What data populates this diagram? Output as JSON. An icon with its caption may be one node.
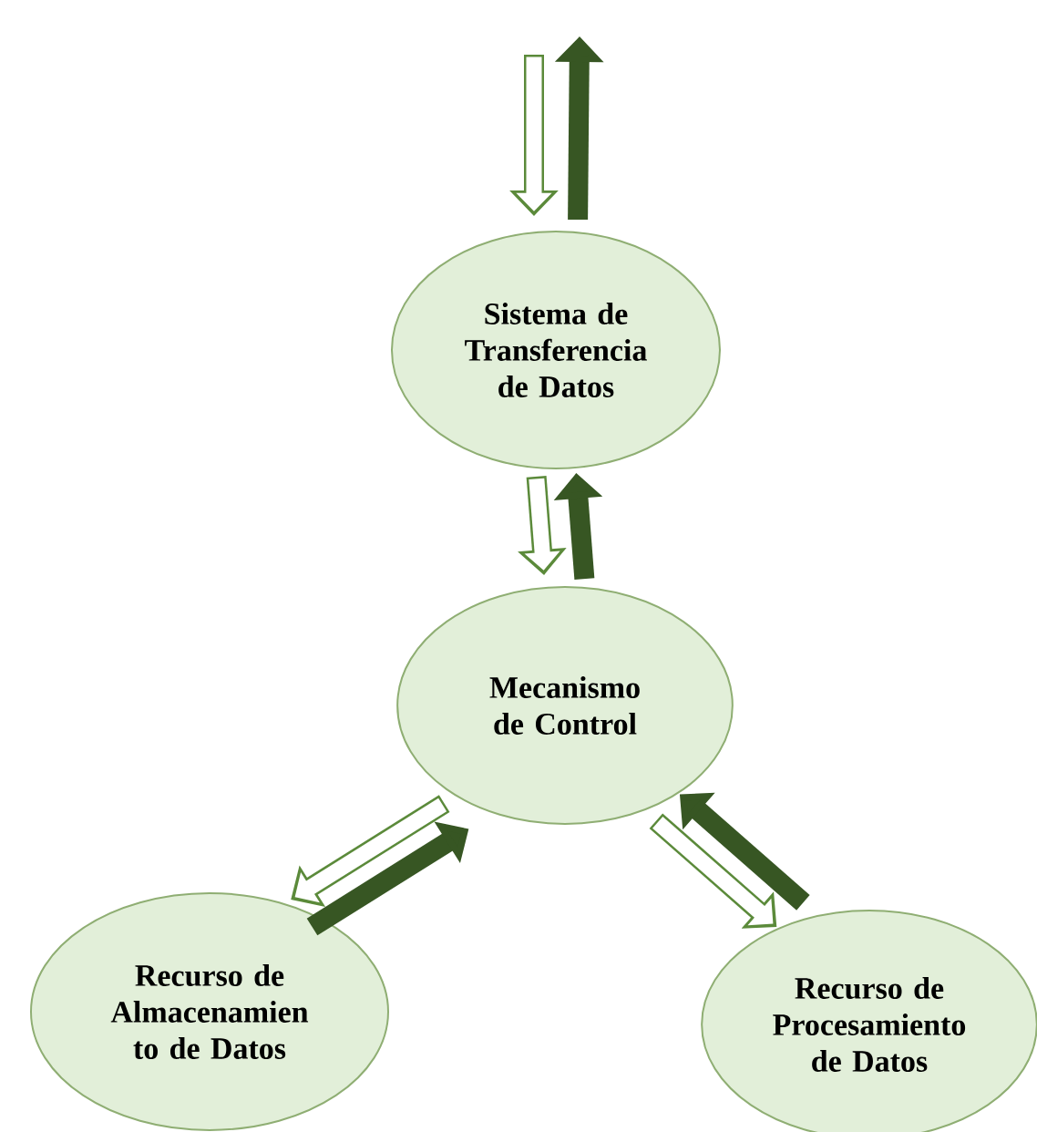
{
  "diagram": {
    "nodes": [
      {
        "text": [
          "Sistema de Transferencia de Datos"
        ]
      },
      {
        "text": [
          "Mecanismo de Control"
        ]
      },
      {
        "text": [
          "Recurso de Almacenamien to de Datos"
        ]
      },
      {
        "text": [
          "Recurso de Procesamiento de Datos"
        ]
      }
    ],
    "edges": [
      {
        "from": null,
        "to": 0,
        "arrow": "to"
      },
      {
        "from": 0,
        "to": null,
        "arrow": "to",
        "color": "#375623"
      },
      {
        "from": 0,
        "to": 1,
        "arrow": "to"
      },
      {
        "from": 1,
        "to": 0,
        "arrow": "to",
        "color": "#375623"
      },
      {
        "from": 1,
        "to": 2,
        "arrow": "to"
      },
      {
        "from": 2,
        "to": 1,
        "arrow": "to",
        "color": "#375623"
      },
      {
        "from": 1,
        "to": 3,
        "arrow": "to"
      },
      {
        "from": 3,
        "to": 1,
        "arrow": "to",
        "color": "#375623"
      }
    ]
  }
}
